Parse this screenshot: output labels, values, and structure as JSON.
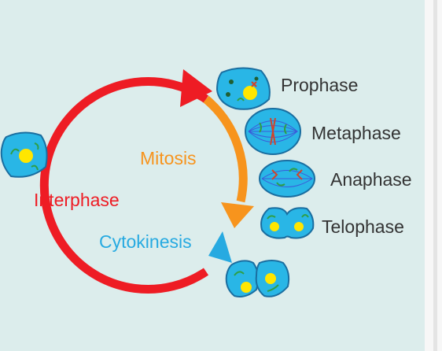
{
  "diagram": {
    "labels": {
      "interphase": "Interphase",
      "mitosis": "Mitosis",
      "cytokinesis": "Cytokinesis",
      "prophase": "Prophase",
      "metaphase": "Metaphase",
      "anaphase": "Anaphase",
      "telophase": "Telophase"
    }
  },
  "colors": {
    "panel_background": "#dcedec",
    "interphase": "#ee1c24",
    "mitosis": "#f7941d",
    "cytokinesis": "#27aae1",
    "cell_fill": "#29b6e6",
    "cell_outline": "#1a6ea0",
    "nucleus": "#ffe600",
    "chromosome_green": "#2e9f47",
    "chromosome_dark": "#1f5f33",
    "spindle": "#3b5bd9",
    "chromosome_red": "#d1442a",
    "text": "#333333"
  },
  "icons": [
    "cell-icon",
    "cell-dividing-icon",
    "daughter-cells-icon",
    "arrowhead-icon"
  ]
}
